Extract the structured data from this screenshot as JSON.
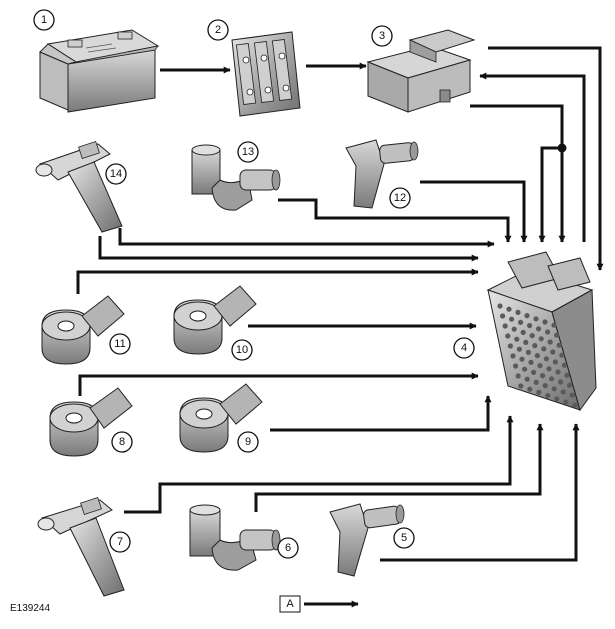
{
  "figure_ref": "E139244",
  "legend": {
    "label": "A"
  },
  "callouts": [
    "1",
    "2",
    "3",
    "4",
    "5",
    "6",
    "7",
    "8",
    "9",
    "10",
    "11",
    "12",
    "13",
    "14"
  ],
  "colors": {
    "line": "#111111",
    "body": "#9a9a9a",
    "body_dark": "#6f6f6f",
    "body_light": "#cfcfcf",
    "highlight": "#e8e8e8"
  }
}
